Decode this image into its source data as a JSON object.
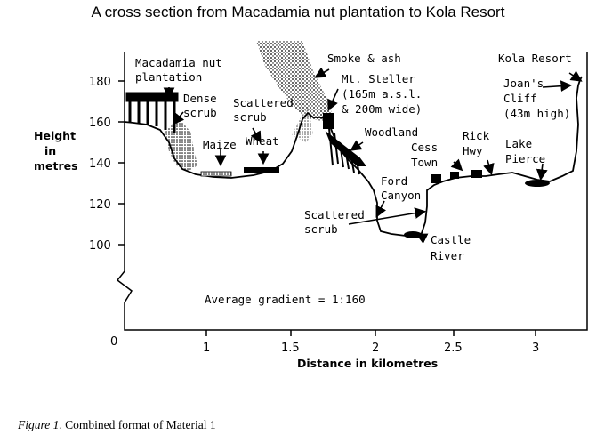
{
  "title": "A cross section from Macadamia nut plantation to Kola Resort",
  "y_axis": {
    "title_lines": [
      "Height",
      "in",
      "metres"
    ],
    "ticks": [
      "180",
      "160",
      "140",
      "120",
      "100"
    ]
  },
  "x_axis": {
    "title": "Distance in kilometres",
    "ticks": [
      "0",
      "1",
      "1.5",
      "2",
      "2.5",
      "3"
    ]
  },
  "labels": {
    "macadamia": [
      "Macadamia nut",
      "plantation"
    ],
    "dense_scrub": [
      "Dense",
      "scrub"
    ],
    "scattered_scrub_top": [
      "Scattered",
      "scrub"
    ],
    "maize": "Maize",
    "wheat": "Wheat",
    "smoke": "Smoke & ash",
    "mt_steller": [
      "Mt. Steller",
      "(165m a.s.l.",
      "& 200m wide)"
    ],
    "woodland": "Woodland",
    "ford_canyon": [
      "Ford",
      "Canyon"
    ],
    "scattered_scrub_low": [
      "Scattered",
      "scrub"
    ],
    "castle_river": [
      "Castle",
      "River"
    ],
    "cess_town": [
      "Cess",
      "Town"
    ],
    "rick_hwy": [
      "Rick",
      "Hwy"
    ],
    "lake_pierce": [
      "Lake",
      "Pierce"
    ],
    "kola_resort": "Kola Resort",
    "joans_cliff": [
      "Joan's",
      "Cliff",
      "(43m high)"
    ]
  },
  "gradient_note": "Average gradient = 1:160",
  "caption": {
    "figure": "Figure 1.",
    "text": "Combined format of Material 1"
  }
}
